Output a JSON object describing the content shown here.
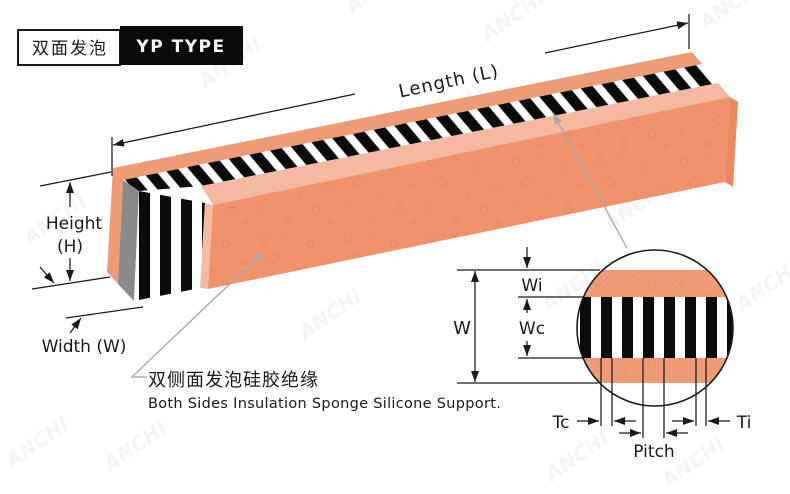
{
  "header": {
    "tab_cn": "双面发泡",
    "tab_type": "YP TYPE"
  },
  "labels": {
    "length": "Length  (L)",
    "height_line1": "Height",
    "height_line2": "(H)",
    "width": "Width  (W)",
    "w": "W",
    "wi": "Wi",
    "wc": "Wc",
    "tc": "Tc",
    "ti": "Ti",
    "pitch": "Pitch"
  },
  "annotation": {
    "cn": "双侧面发泡硅胶绝缘",
    "en": "Both Sides Insulation Sponge Silicone Support."
  },
  "watermark": "ANCHI",
  "colors": {
    "sponge_front": "#F0926C",
    "sponge_top": "#F09B77",
    "sponge_light": "#F4B99F",
    "sponge_strip": "#F5BCA3",
    "sponge_right": "#E8895F",
    "core_gray": "#8A8A8A",
    "stripe_black": "#0B0B0B",
    "line_black": "#1A1A1A",
    "callout_gray": "#A9A9A9",
    "white": "#FFFFFF"
  }
}
